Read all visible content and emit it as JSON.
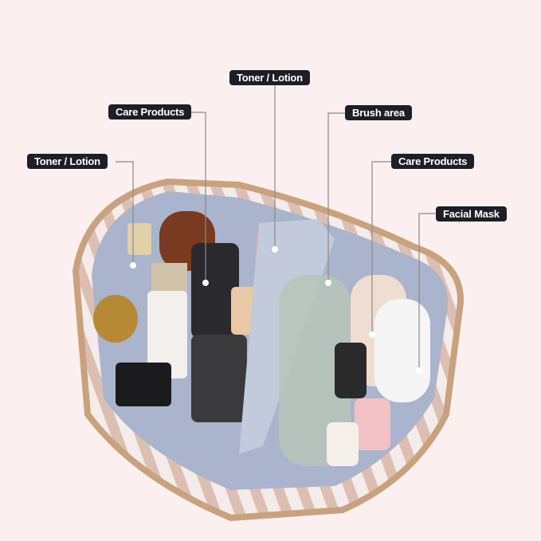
{
  "labels": [
    {
      "id": "toner-lotion-top",
      "text": "Toner / Lotion"
    },
    {
      "id": "care-products-left",
      "text": "Care Products"
    },
    {
      "id": "toner-lotion-left",
      "text": "Toner / Lotion"
    },
    {
      "id": "brush-area",
      "text": "Brush area"
    },
    {
      "id": "care-products-right",
      "text": "Care Products"
    },
    {
      "id": "facial-mask",
      "text": "Facial Mask"
    }
  ],
  "colors": {
    "background": "#fcefef",
    "label_bg": "#1d1f26",
    "lining": "#aab4cc",
    "trim": "#c8a27f",
    "stripe": "#e6cfc4"
  }
}
